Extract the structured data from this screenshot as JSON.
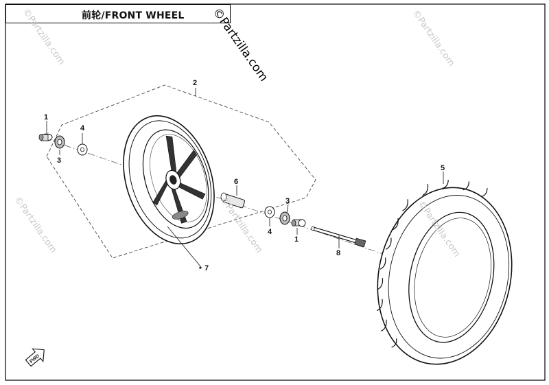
{
  "title": "前轮/FRONT WHEEL",
  "watermark": "©Partzilla.com",
  "callouts": {
    "c1a": "1",
    "c1b": "1",
    "c2": "2",
    "c3a": "3",
    "c3b": "3",
    "c4a": "4",
    "c4b": "4",
    "c5": "5",
    "c6": "6",
    "c7": "7",
    "c8": "8"
  },
  "fwd_label": "FWD"
}
